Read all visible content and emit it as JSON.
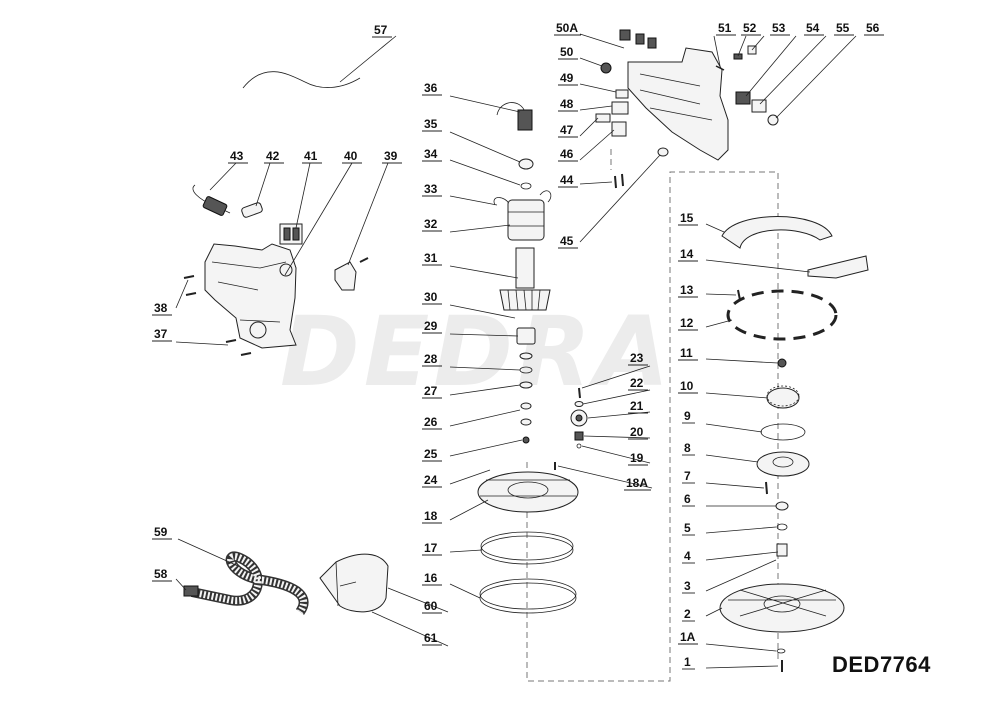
{
  "model": "DED7764",
  "watermark": "DEDRA",
  "parts": [
    "57",
    "43",
    "42",
    "41",
    "40",
    "39",
    "38",
    "37",
    "36",
    "35",
    "34",
    "33",
    "32",
    "31",
    "30",
    "29",
    "28",
    "27",
    "26",
    "25",
    "24",
    "50A",
    "50",
    "49",
    "48",
    "47",
    "46",
    "44",
    "45",
    "51",
    "52",
    "53",
    "54",
    "55",
    "56",
    "15",
    "14",
    "13",
    "12",
    "11",
    "10",
    "9",
    "8",
    "7",
    "6",
    "5",
    "4",
    "3",
    "2",
    "1A",
    "1",
    "23",
    "22",
    "21",
    "20",
    "19",
    "18A",
    "18",
    "17",
    "16",
    "59",
    "58",
    "60",
    "61"
  ]
}
